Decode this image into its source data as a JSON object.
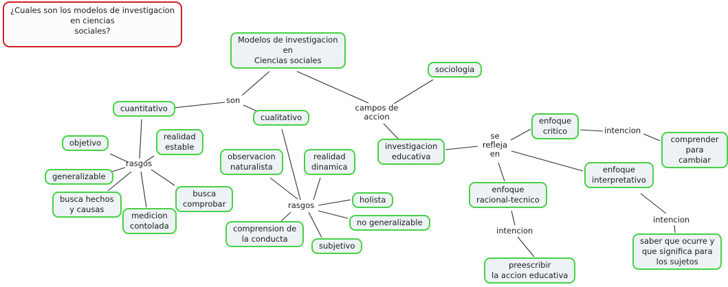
{
  "title": "Concept map: modelos de investigacion en ciencias sociales",
  "colors": {
    "node_border": "#45d145",
    "node_fill": "#edf3f4",
    "question_border": "#cf2020",
    "question_fill": "#fcfcfc",
    "line": "#2e2e2e",
    "text": "#1a1a1a",
    "background": "#ffffff"
  },
  "question": {
    "text": "¿Cuales son los modelos de investigacion\nen ciencias\nsociales?"
  },
  "nodes": {
    "modelos": {
      "text": "Modelos de investigacion\nen\nCiencias sociales"
    },
    "sociologia": {
      "text": "sociologia"
    },
    "cuantitativo": {
      "text": "cuantitativo"
    },
    "cualitativo": {
      "text": "cualitativo"
    },
    "objetivo": {
      "text": "objetivo"
    },
    "realidad_estable": {
      "text": "realidad\nestable"
    },
    "generalizable": {
      "text": "generalizable"
    },
    "busca_hechos": {
      "text": "busca hechos\ny causas"
    },
    "medicion": {
      "text": "medicion\ncontolada"
    },
    "busca_comprobar": {
      "text": "busca\ncomprobar"
    },
    "observacion": {
      "text": "observacion\nnaturalista"
    },
    "realidad_dinamica": {
      "text": "realidad\ndinamica"
    },
    "holista": {
      "text": "holista"
    },
    "no_generalizable": {
      "text": "no generalizable"
    },
    "subjetivo": {
      "text": "subjetivo"
    },
    "comprension": {
      "text": "comprension de\nla conducta"
    },
    "investigacion": {
      "text": "investigacion\neducativa"
    },
    "enfoque_critico": {
      "text": "enfoque\ncritico"
    },
    "comprender": {
      "text": "comprender\npara cambiar"
    },
    "interpretativo": {
      "text": "enfoque\ninterpretativo"
    },
    "racional": {
      "text": "enfoque\nracional-tecnico"
    },
    "preescribir": {
      "text": "preescribir\nla accion educativa"
    },
    "saber": {
      "text": "saber que ocurre y\nque significa para\nlos sujetos"
    }
  },
  "labels": {
    "son": "son",
    "campos": "campos de\naccion",
    "rasgos_cuantitativo": "rasgos",
    "rasgos_cualitativo": "rasgos",
    "se_refleja": "se\nrefleja\nen",
    "intencion_critico": "intencion",
    "intencion_interpretativo": "intencion",
    "intencion_racional": "intencion"
  },
  "edges": [
    [
      "modelos",
      "son"
    ],
    [
      "son",
      "cuantitativo"
    ],
    [
      "son",
      "cualitativo"
    ],
    [
      "modelos",
      "campos"
    ],
    [
      "campos",
      "sociologia"
    ],
    [
      "campos",
      "investigacion"
    ],
    [
      "cuantitativo",
      "rasgos_cuantitativo"
    ],
    [
      "rasgos_cuantitativo",
      "objetivo"
    ],
    [
      "rasgos_cuantitativo",
      "realidad_estable"
    ],
    [
      "rasgos_cuantitativo",
      "generalizable"
    ],
    [
      "rasgos_cuantitativo",
      "busca_hechos"
    ],
    [
      "rasgos_cuantitativo",
      "medicion"
    ],
    [
      "rasgos_cuantitativo",
      "busca_comprobar"
    ],
    [
      "cualitativo",
      "rasgos_cualitativo"
    ],
    [
      "rasgos_cualitativo",
      "observacion"
    ],
    [
      "rasgos_cualitativo",
      "realidad_dinamica"
    ],
    [
      "rasgos_cualitativo",
      "holista"
    ],
    [
      "rasgos_cualitativo",
      "no_generalizable"
    ],
    [
      "rasgos_cualitativo",
      "subjetivo"
    ],
    [
      "rasgos_cualitativo",
      "comprension"
    ],
    [
      "investigacion",
      "se_refleja"
    ],
    [
      "se_refleja",
      "enfoque_critico"
    ],
    [
      "se_refleja",
      "interpretativo"
    ],
    [
      "se_refleja",
      "racional"
    ],
    [
      "enfoque_critico",
      "intencion_critico"
    ],
    [
      "intencion_critico",
      "comprender"
    ],
    [
      "interpretativo",
      "intencion_interpretativo"
    ],
    [
      "intencion_interpretativo",
      "saber"
    ],
    [
      "racional",
      "intencion_racional"
    ],
    [
      "intencion_racional",
      "preescribir"
    ]
  ]
}
